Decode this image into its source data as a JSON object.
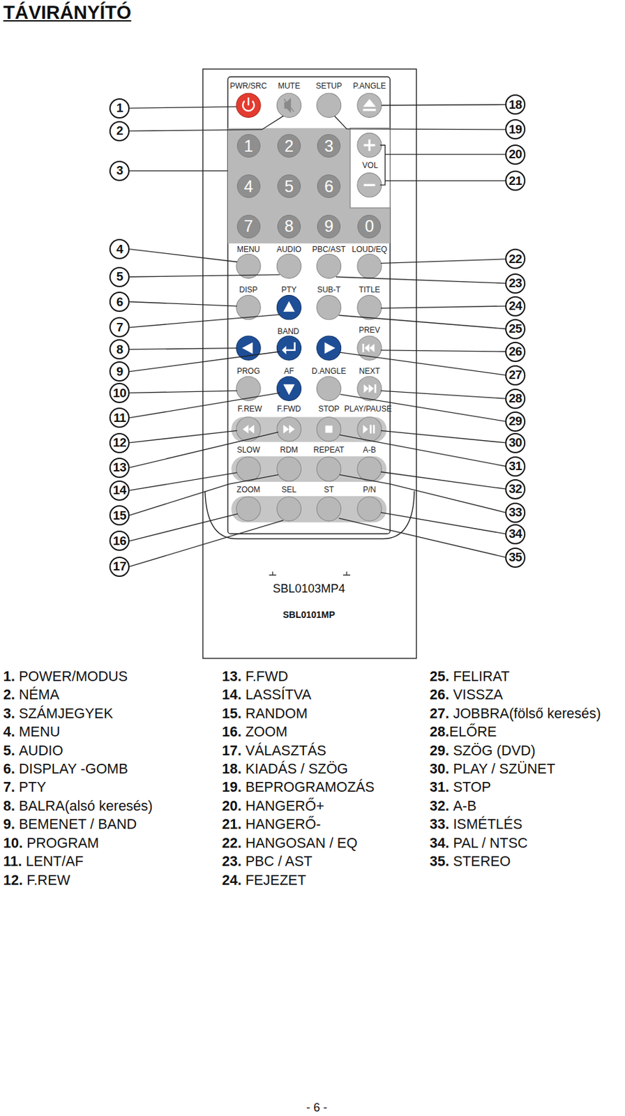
{
  "diagram": {
    "title": "TÁVIRÁNYÍTÓ",
    "nodes": [
      {
        "text": [
          "1"
        ]
      },
      {
        "text": [
          "2"
        ]
      },
      {
        "text": [
          "3"
        ]
      },
      {
        "text": [
          "4"
        ]
      },
      {
        "text": [
          "5"
        ]
      },
      {
        "text": [
          "6"
        ]
      },
      {
        "text": [
          "7"
        ]
      },
      {
        "text": [
          "8"
        ]
      },
      {
        "text": [
          "9"
        ]
      },
      {
        "text": [
          "10"
        ]
      },
      {
        "text": [
          "11"
        ]
      },
      {
        "text": [
          "12"
        ]
      },
      {
        "text": [
          "13"
        ]
      },
      {
        "text": [
          "14"
        ]
      },
      {
        "text": [
          "15"
        ]
      },
      {
        "text": [
          "16"
        ]
      },
      {
        "text": [
          "17"
        ]
      },
      {
        "text": [
          "18"
        ]
      },
      {
        "text": [
          "19"
        ]
      },
      {
        "text": [
          "20"
        ]
      },
      {
        "text": [
          "21"
        ]
      },
      {
        "text": [
          "22"
        ]
      },
      {
        "text": [
          "23"
        ]
      },
      {
        "text": [
          "24"
        ]
      },
      {
        "text": [
          "25"
        ]
      },
      {
        "text": [
          "26"
        ]
      },
      {
        "text": [
          "27"
        ]
      },
      {
        "text": [
          "28"
        ]
      },
      {
        "text": [
          "29"
        ]
      },
      {
        "text": [
          "30"
        ]
      },
      {
        "text": [
          "31"
        ]
      },
      {
        "text": [
          "32"
        ]
      },
      {
        "text": [
          "33"
        ]
      },
      {
        "text": [
          "34"
        ]
      },
      {
        "text": [
          "35"
        ]
      },
      {
        "text": [
          "1"
        ]
      },
      {
        "text": [
          "2"
        ]
      },
      {
        "text": [
          "3"
        ]
      },
      {
        "text": [
          "4"
        ]
      },
      {
        "text": [
          "5"
        ]
      },
      {
        "text": [
          "6"
        ]
      },
      {
        "text": [
          "7"
        ]
      },
      {
        "text": [
          "8"
        ]
      },
      {
        "text": [
          "9"
        ]
      },
      {
        "text": [
          "0"
        ]
      }
    ],
    "labels": [
      "PWR/SRC",
      "MUTE",
      "SETUP",
      "P.ANGLE",
      "VOL",
      "MENU",
      "AUDIO",
      "PBC/AST",
      "LOUD/EQ",
      "DISP",
      "PTY",
      "SUB-T",
      "TITLE",
      "BAND",
      "PREV",
      "PROG",
      "AF",
      "D.ANGLE",
      "NEXT",
      "F.REW",
      "F.FWD",
      "STOP",
      "PLAY/PAUSE",
      "SLOW",
      "RDM",
      "REPEAT",
      "A-B",
      "ZOOM",
      "SEL",
      "ST",
      "P/N",
      "SBL0103MP4",
      "SBL0101MP",
      "1.",
      "POWER/MODUS",
      "2.",
      "NÉMA",
      "3.",
      "SZÁMJEGYEK",
      "4.",
      "MENU",
      "5.",
      "AUDIO",
      "6.",
      "DISPLAY -GOMB",
      "7.",
      "PTY",
      "8.",
      "BALRA(alsó keresés)",
      "9.",
      "BEMENET / BAND",
      "10.",
      "PROGRAM",
      "11.",
      "LENT/AF",
      "12.",
      "F.REW",
      "13.",
      "F.FWD",
      "14.",
      "LASSÍTVA",
      "15.",
      "RANDOM",
      "16.",
      "ZOOM",
      "17.",
      "VÁLASZTÁS",
      "18.",
      "KIADÁS / SZÖG",
      "19.",
      "BEPROGRAMOZÁS",
      "20.",
      "HANGERŐ+",
      "21.",
      "HANGERŐ-",
      "22.",
      "HANGOSAN / EQ",
      "23.",
      "PBC / AST",
      "24.",
      "FEJEZET",
      "25.",
      "FELIRAT",
      "26.",
      "VISSZA",
      "27.",
      "JOBBRA(fölső keresés)",
      "28.",
      "ELŐRE",
      "29.",
      "SZÖG (DVD)",
      "30.",
      "PLAY / SZÜNET",
      "31.",
      "STOP",
      "32.",
      "A-B",
      "33.",
      "ISMÉTLÉS",
      "34.",
      "PAL / NTSC",
      "35.",
      "STEREO",
      "- 6 -"
    ]
  }
}
